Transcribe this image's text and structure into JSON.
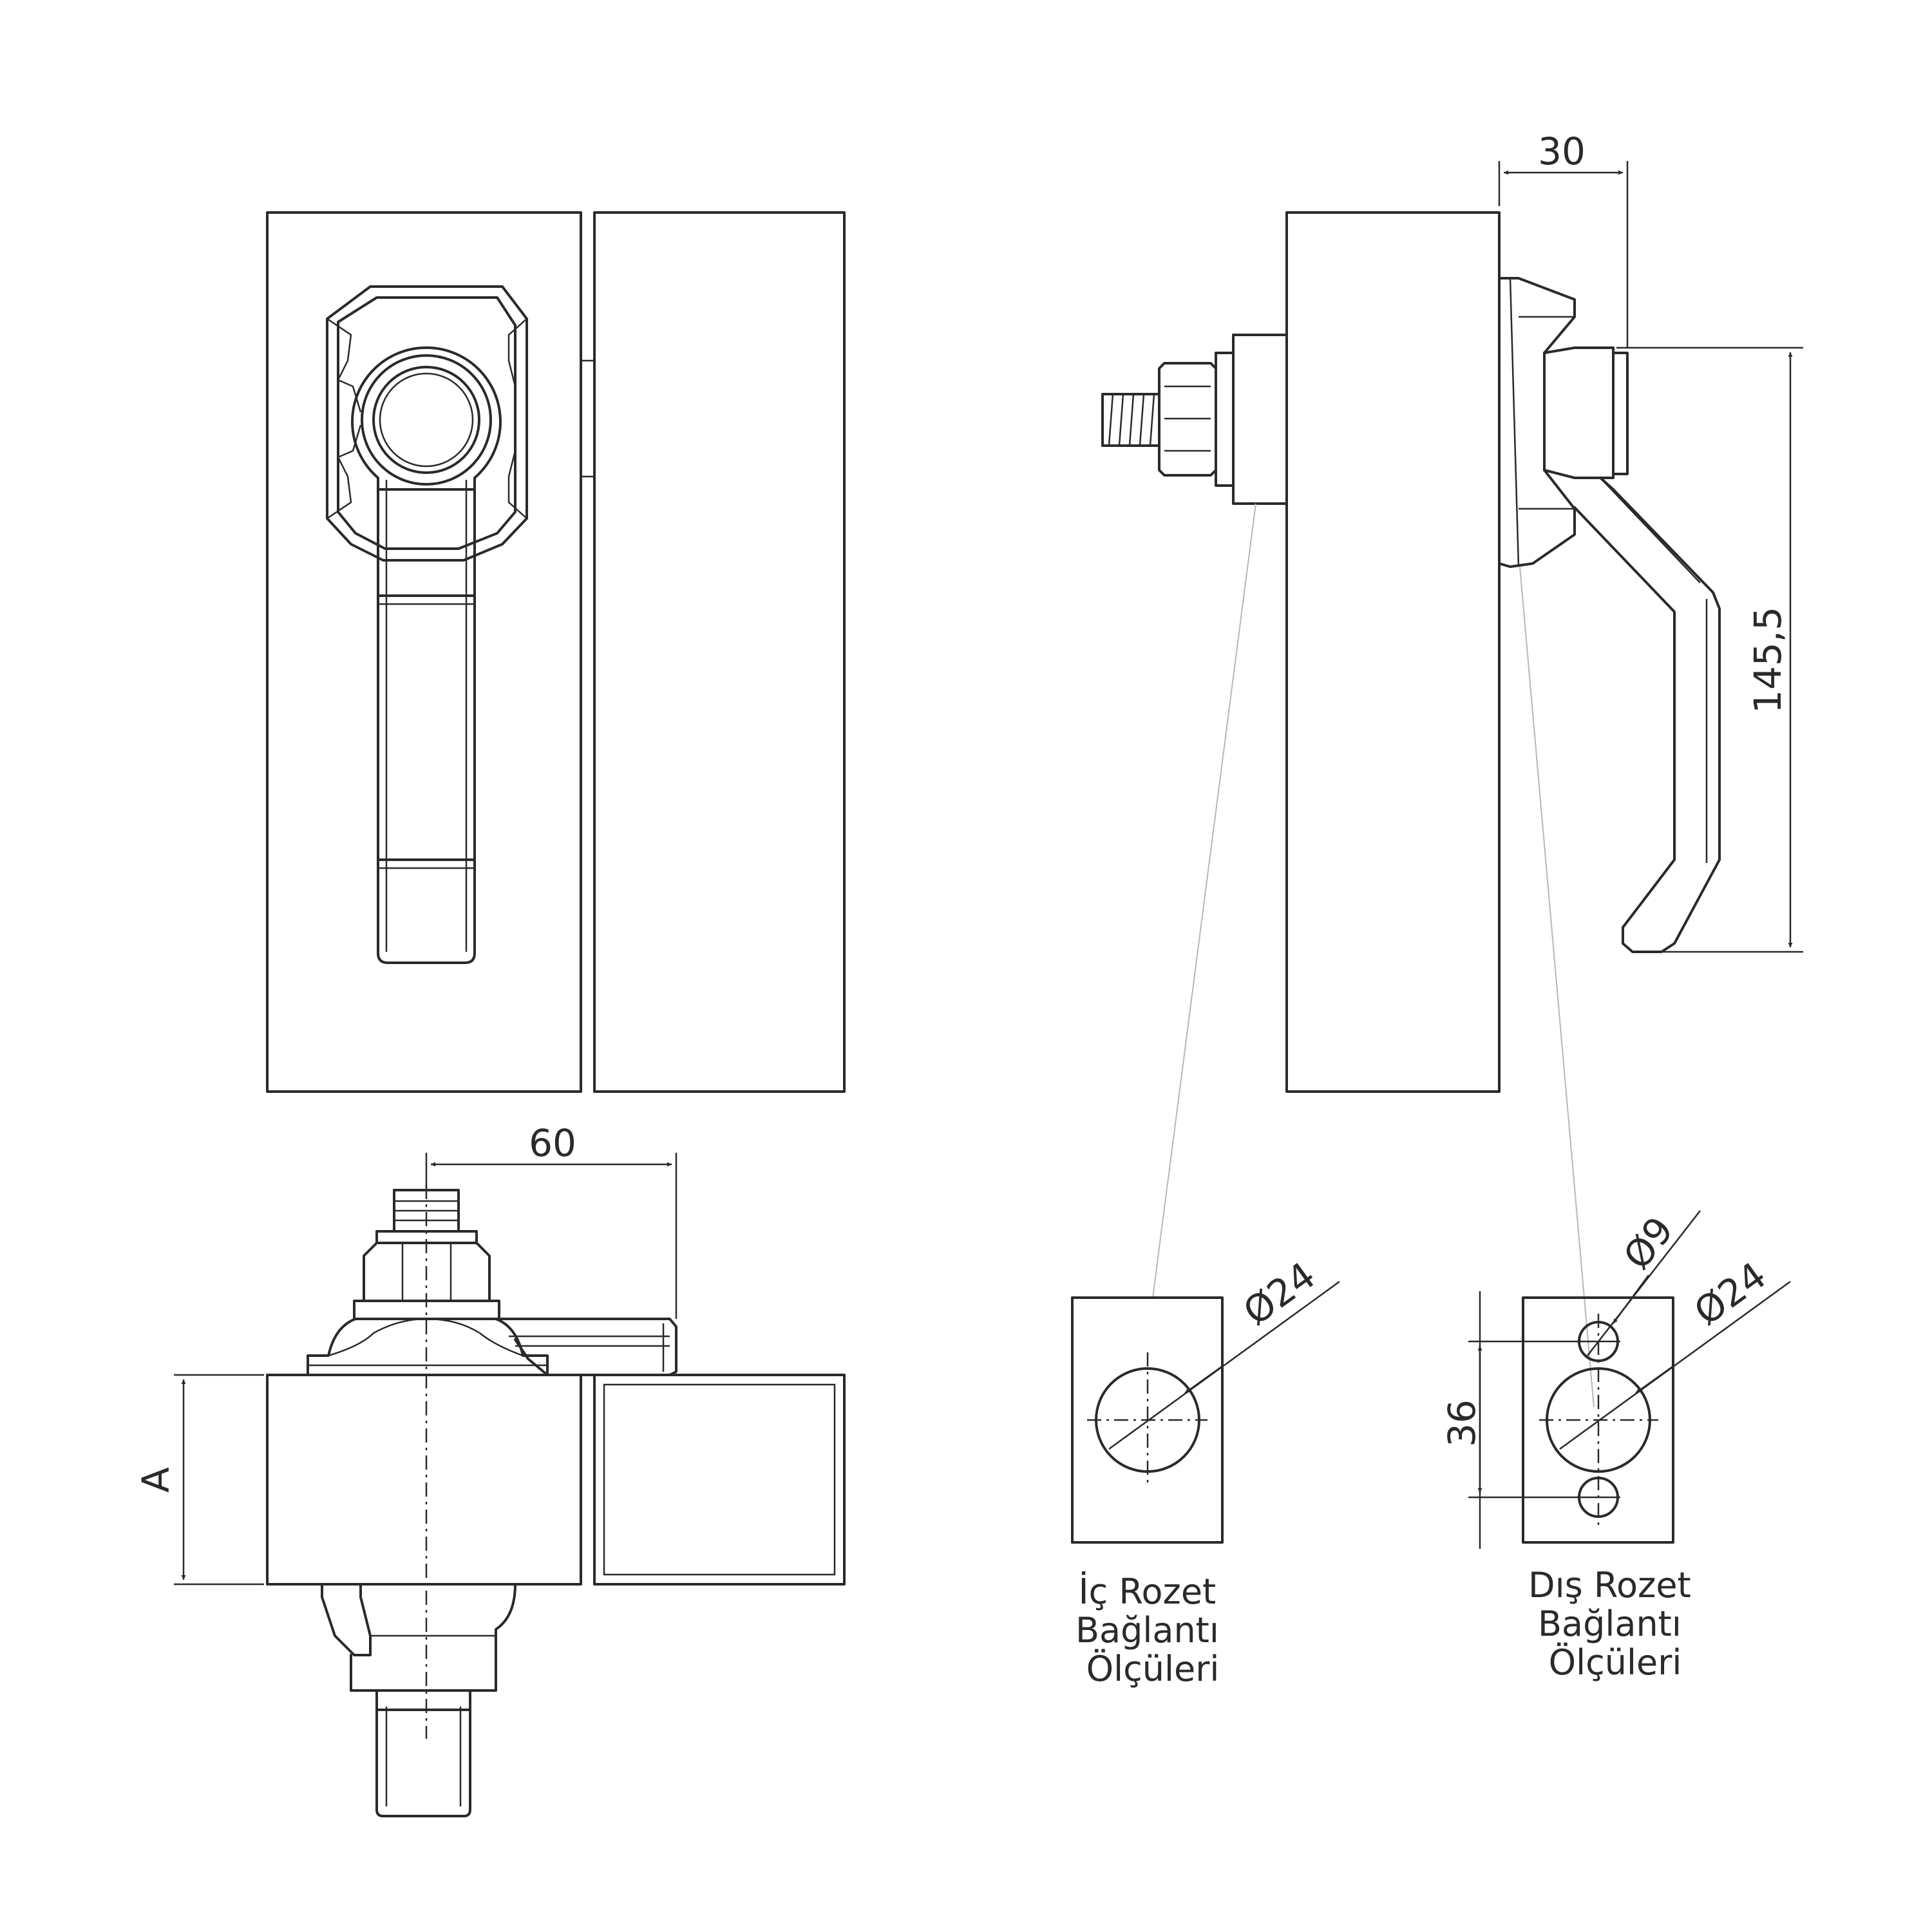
{
  "dimensions": {
    "top_depth": "30",
    "handle_height": "145,5",
    "handle_length": "60",
    "panel_thickness": "A",
    "inner_hole_dia": "24",
    "outer_small_hole_dia": "9",
    "outer_big_hole_dia": "24",
    "outer_hole_spacing": "36",
    "diameter_symbol": "Ø"
  },
  "captions": {
    "inner": [
      "İç Rozet",
      "Bağlantı",
      "Ölçüleri"
    ],
    "outer": [
      "Dış Rozet",
      "Bağlantı",
      "Ölçüleri"
    ]
  }
}
